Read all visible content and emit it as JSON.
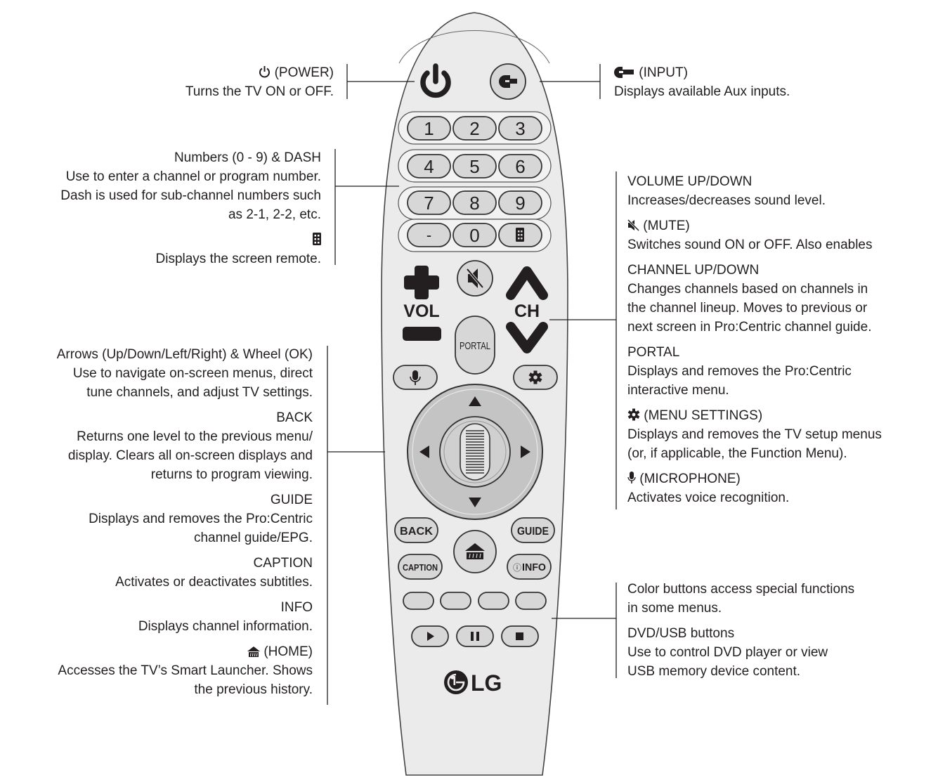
{
  "left_column": {
    "power": {
      "title": "(POWER)",
      "desc": "Turns the TV ON or OFF."
    },
    "numbers": {
      "title": "Numbers (0 - 9) & DASH",
      "line1": "Use to enter a channel or program number.",
      "line2": "Dash is used for sub-channel numbers such",
      "line3": "as 2-1, 2-2, etc.",
      "screen_remote_desc": "Displays the screen remote."
    },
    "arrows": {
      "title": "Arrows (Up/Down/Left/Right) & Wheel (OK)",
      "line1": "Use to navigate on-screen menus, direct",
      "line2": "tune channels, and adjust TV settings."
    },
    "back": {
      "title": "BACK",
      "line1": "Returns one level to the previous menu/",
      "line2": "display. Clears all on-screen displays and",
      "line3": "returns to program viewing."
    },
    "guide": {
      "title": "GUIDE",
      "line1": "Displays and removes the Pro:Centric",
      "line2": "channel guide/EPG."
    },
    "caption": {
      "title": "CAPTION",
      "line1": "Activates or deactivates subtitles."
    },
    "info": {
      "title": "INFO",
      "line1": "Displays channel information."
    },
    "home": {
      "title": "(HOME)",
      "line1": "Accesses the TV’s Smart Launcher. Shows",
      "line2": "the previous history."
    }
  },
  "right_column": {
    "input": {
      "title": "(INPUT)",
      "desc": "Displays available Aux inputs."
    },
    "volume": {
      "title": "VOLUME UP/DOWN",
      "line1": "Increases/decreases sound level."
    },
    "mute": {
      "title": "(MUTE)",
      "line1": "Switches sound ON or OFF. Also enables"
    },
    "channel": {
      "title": "CHANNEL UP/DOWN",
      "line1": "Changes channels based on channels in",
      "line2": "the channel lineup. Moves to previous or",
      "line3": "next screen in Pro:Centric channel guide."
    },
    "portal": {
      "title": "PORTAL",
      "line1": "Displays and removes the Pro:Centric",
      "line2": "interactive menu."
    },
    "menu_settings": {
      "title": "(MENU SETTINGS)",
      "line1": "Displays and removes the TV setup menus",
      "line2": "(or, if applicable, the Function Menu)."
    },
    "microphone": {
      "title": "(MICROPHONE)",
      "line1": "Activates voice recognition."
    },
    "color": {
      "line1": "Color buttons access special functions",
      "line2": "in some menus."
    },
    "dvd": {
      "title": "DVD/USB buttons",
      "line1": "Use to control DVD player or view",
      "line2": "USB memory device content."
    }
  },
  "remote": {
    "keys": [
      "1",
      "2",
      "3",
      "4",
      "5",
      "6",
      "7",
      "8",
      "9",
      "-",
      "0"
    ],
    "vol_label": "VOL",
    "ch_label": "CH",
    "portal_label": "PORTAL",
    "back_label": "BACK",
    "guide_label": "GUIDE",
    "caption_label": "CAPTION",
    "info_label": "INFO",
    "info_prefix": "ⓘ",
    "brand": "LG"
  },
  "colors": {
    "body_fill": "#ebebeb",
    "button_fill": "#d7d7d7",
    "icon_dark": "#231f20",
    "ring_fill": "#c4c4c4",
    "outline": "#333333"
  }
}
